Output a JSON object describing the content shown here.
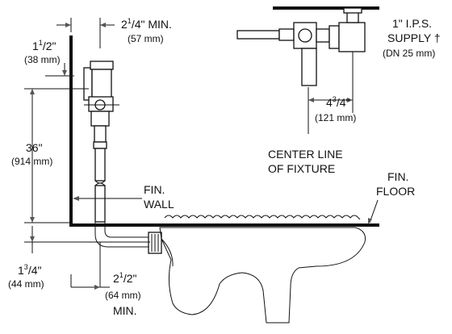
{
  "labels": {
    "vent_side_num": "1",
    "vent_side_sup": "1",
    "vent_side_den": "/2\"",
    "vent_side_mm": "(38 mm)",
    "top_num": "2",
    "top_sup": "1",
    "top_den": "/4\" MIN.",
    "top_mm": "(57 mm)",
    "height_in": "36\"",
    "height_mm": "(914 mm)",
    "supply_1": "1\" I.P.S.",
    "supply_2": "SUPPLY †",
    "supply_3": "(DN 25 mm)",
    "offset_num": "4",
    "offset_sup": "3",
    "offset_den": "/4\"",
    "offset_mm": "(121 mm)",
    "centerline_1": "CENTER LINE",
    "centerline_2": "OF FIXTURE",
    "fin_floor_1": "FIN.",
    "fin_floor_2": "FLOOR",
    "fin_wall_1": "FIN.",
    "fin_wall_2": "WALL",
    "spud_num": "1",
    "spud_sup": "3",
    "spud_den": "/4\"",
    "spud_mm": "(44 mm)",
    "wall_num": "2",
    "wall_sup": "1",
    "wall_den": "/2\"",
    "wall_mm": "(64 mm)",
    "wall_min": "MIN."
  }
}
